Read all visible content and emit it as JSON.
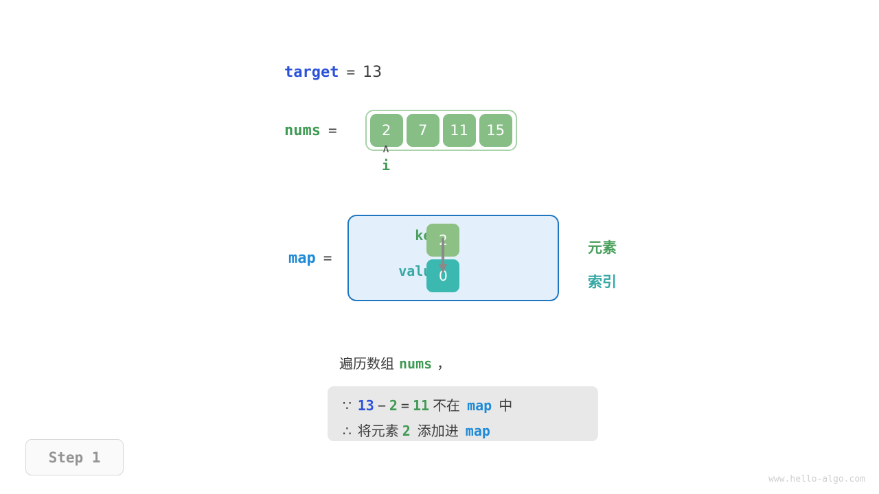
{
  "target": {
    "name": "target",
    "equals": "=",
    "value": "13"
  },
  "nums": {
    "name": "nums",
    "equals": "=",
    "cells": [
      "2",
      "7",
      "11",
      "15"
    ]
  },
  "pointer": {
    "caret": "∧",
    "label": "i"
  },
  "map": {
    "name": "map",
    "equals": "=",
    "key_label": "key",
    "value_label": "value",
    "key_cell": "2",
    "value_cell": "0"
  },
  "legend": {
    "element": "元素",
    "index": "索引"
  },
  "caption": {
    "prefix": "遍历数组",
    "var": "nums",
    "suffix": "，"
  },
  "note": {
    "line1": {
      "symbol": "∵",
      "a": "13",
      "minus": "−",
      "b": "2",
      "eq": "=",
      "c": "11",
      "mid": "不在",
      "map": "map",
      "tail": "中"
    },
    "line2": {
      "symbol": "∴",
      "prefix": "将元素",
      "value": "2",
      "mid": "添加进",
      "map": "map"
    }
  },
  "step_badge": "Step 1",
  "watermark": "www.hello-algo.com",
  "colors": {
    "target_blue": "#2b52d8",
    "map_blue": "#1f8ad6",
    "green": "#3f9a53",
    "cell_green": "#86be86",
    "key_green": "#8cc084",
    "value_teal": "#3bb8b0",
    "legend_element": "#49a05c",
    "legend_index": "#36a8a4",
    "map_border": "#1f77c0",
    "map_fill": "#e3f0fb",
    "note_bg": "#e8e8e8",
    "text": "#3c3c3c",
    "arrow_gray": "#8a8a8a"
  }
}
